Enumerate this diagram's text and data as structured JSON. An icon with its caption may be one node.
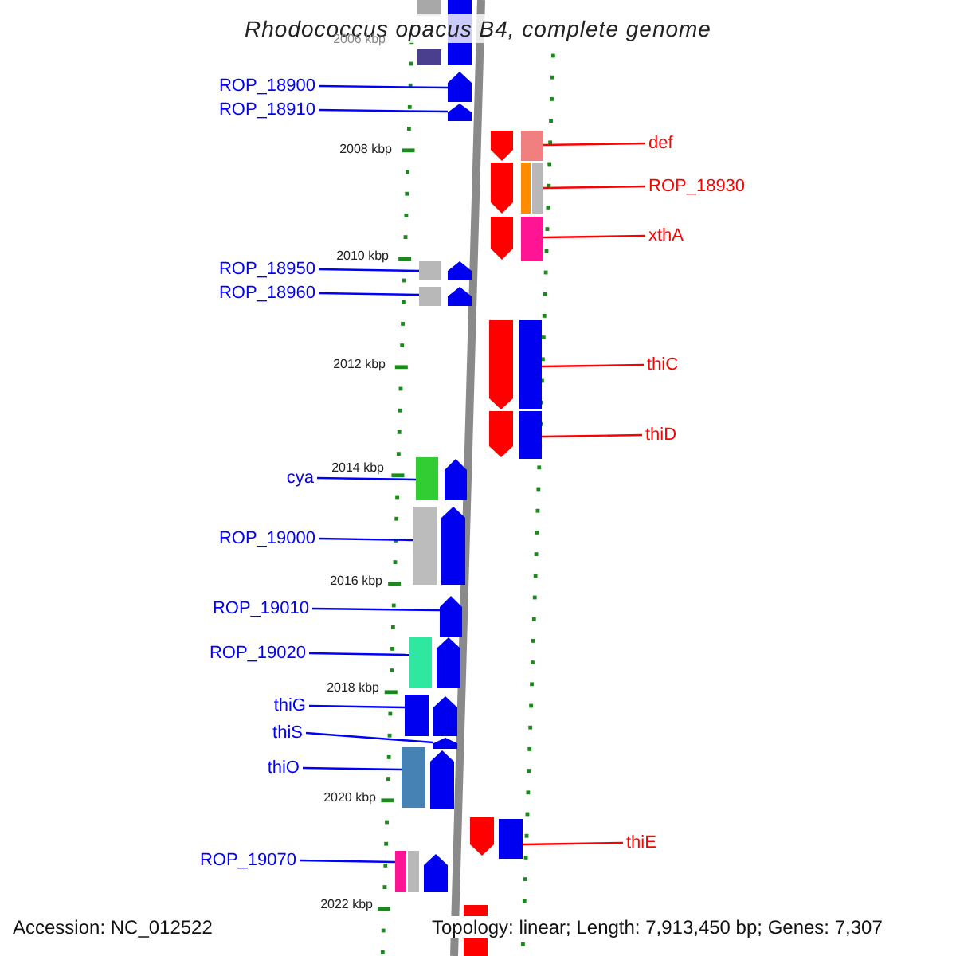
{
  "diagram": {
    "title": "Rhodococcus opacus B4, complete genome",
    "nodes": [
      {
        "text": [
          "ROP_18900"
        ]
      },
      {
        "text": [
          "ROP_18910"
        ]
      },
      {
        "text": [
          "def"
        ]
      },
      {
        "text": [
          "ROP_18930"
        ]
      },
      {
        "text": [
          "xthA"
        ]
      },
      {
        "text": [
          "ROP_18950"
        ]
      },
      {
        "text": [
          "ROP_18960"
        ]
      },
      {
        "text": [
          "thiC"
        ]
      },
      {
        "text": [
          "thiD"
        ]
      },
      {
        "text": [
          "cya"
        ]
      },
      {
        "text": [
          "ROP_19000"
        ]
      },
      {
        "text": [
          "ROP_19010"
        ]
      },
      {
        "text": [
          "ROP_19020"
        ]
      },
      {
        "text": [
          "thiG"
        ]
      },
      {
        "text": [
          "thiS"
        ]
      },
      {
        "text": [
          "thiO"
        ]
      },
      {
        "text": [
          "thiE"
        ]
      },
      {
        "text": [
          "ROP_19070"
        ]
      },
      {
        "text": [],
        "shape": "arrow"
      },
      {
        "text": [],
        "shape": "arrow"
      },
      {
        "text": [],
        "shape": "bar"
      },
      {
        "text": [],
        "shape": "bar"
      },
      {
        "text": [],
        "shape": "bar"
      },
      {
        "text": [],
        "shape": "bar"
      },
      {
        "text": [],
        "shape": "bar"
      },
      {
        "text": [],
        "shape": "bar"
      },
      {
        "text": [],
        "shape": "bar"
      },
      {
        "text": [],
        "shape": "bar"
      },
      {
        "text": [],
        "shape": "bar"
      },
      {
        "text": [],
        "shape": "arrow"
      },
      {
        "text": [],
        "shape": "bar"
      },
      {
        "text": [],
        "shape": "bar"
      },
      {
        "text": [],
        "shape": "arrow"
      },
      {
        "text": [],
        "shape": "bar"
      },
      {
        "text": [],
        "shape": "bar"
      },
      {
        "text": [],
        "shape": "bar"
      },
      {
        "text": [],
        "shape": "bar"
      },
      {
        "text": [],
        "shape": "bar"
      },
      {
        "text": [],
        "shape": "bar"
      },
      {
        "text": [],
        "shape": "arrow"
      },
      {
        "text": [],
        "shape": "arrow"
      },
      {
        "text": [],
        "shape": "bar"
      },
      {
        "text": [],
        "shape": "arrow"
      },
      {
        "text": [],
        "shape": "arrow"
      },
      {
        "text": [],
        "shape": "arrow"
      },
      {
        "text": [],
        "shape": "arrow"
      },
      {
        "text": [],
        "shape": "arrow"
      },
      {
        "text": [],
        "shape": "arrow"
      },
      {
        "text": [],
        "shape": "arrow"
      },
      {
        "text": [],
        "shape": "arrow"
      },
      {
        "text": [],
        "shape": "arrow"
      },
      {
        "text": [],
        "shape": "arrow"
      },
      {
        "text": [],
        "shape": "arrow"
      },
      {
        "text": [],
        "shape": "bar"
      },
      {
        "text": [],
        "shape": "arrow"
      },
      {
        "text": [],
        "shape": "bar"
      }
    ],
    "edges": [
      {
        "from": 0,
        "to": 18,
        "arrow": "none"
      },
      {
        "from": 1,
        "to": 19,
        "arrow": "none"
      },
      {
        "from": 2,
        "to": 20,
        "arrow": "none",
        "color": "#ff0000"
      },
      {
        "from": 3,
        "to": 21,
        "arrow": "none",
        "color": "#ff0000"
      },
      {
        "from": 4,
        "to": 22,
        "arrow": "none",
        "color": "#ff0000"
      },
      {
        "from": 5,
        "to": 23,
        "arrow": "none"
      },
      {
        "from": 6,
        "to": 24,
        "arrow": "none"
      },
      {
        "from": 7,
        "to": 25,
        "arrow": "none",
        "color": "#ff0000"
      },
      {
        "from": 8,
        "to": 26,
        "arrow": "none",
        "color": "#ff0000"
      },
      {
        "from": 9,
        "to": 27,
        "arrow": "none"
      },
      {
        "from": 10,
        "to": 28,
        "arrow": "none"
      },
      {
        "from": 11,
        "to": 29,
        "arrow": "none"
      },
      {
        "from": 12,
        "to": 30,
        "arrow": "none"
      },
      {
        "from": 13,
        "to": 31,
        "arrow": "none"
      },
      {
        "from": 14,
        "to": 32,
        "arrow": "none"
      },
      {
        "from": 15,
        "to": 33,
        "arrow": "none"
      },
      {
        "from": 16,
        "to": 34,
        "arrow": "none",
        "color": "#ff0000"
      },
      {
        "from": 17,
        "to": 35,
        "arrow": "none"
      }
    ],
    "labels": [
      "2006 kbp",
      "2008 kbp",
      "2010 kbp",
      "2012 kbp",
      "2014 kbp",
      "2016 kbp",
      "2018 kbp",
      "2020 kbp",
      "2022 kbp",
      "Accession: NC_012522",
      "Topology: linear; Length: 7,913,450 bp; Genes: 7,307"
    ]
  }
}
